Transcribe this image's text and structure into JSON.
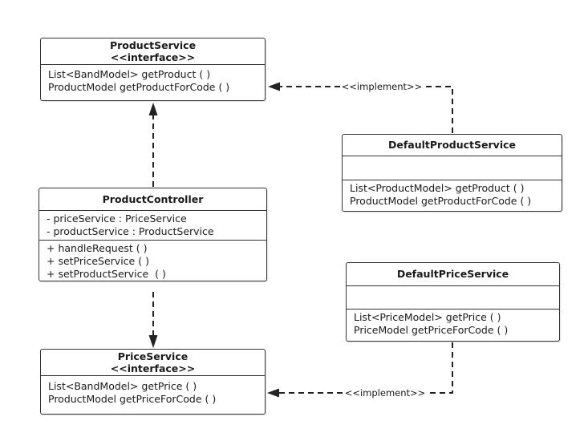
{
  "classes": {
    "product_service": {
      "name": "ProductService",
      "stereotype": "<<interface>>",
      "attributes": [],
      "methods": [
        "List<BandModel> getProduct ( )",
        "ProductModel getProductForCode ( )"
      ]
    },
    "default_product_service": {
      "name": "DefaultProductService",
      "attributes": [],
      "methods": [
        "List<ProductModel> getProduct ( )",
        "ProductModel getProductForCode ( )"
      ]
    },
    "product_controller": {
      "name": "ProductController",
      "attributes": [
        "- priceService : PriceService",
        "- productService : ProductService"
      ],
      "methods": [
        "+ handleRequest ( )",
        "+ setPriceService ( )",
        "+ setProductService  ( )"
      ]
    },
    "default_price_service": {
      "name": "DefaultPriceService",
      "attributes": [],
      "methods": [
        "List<PriceModel> getPrice ( )",
        "PriceModel getPriceForCode ( )"
      ]
    },
    "price_service": {
      "name": "PriceService",
      "stereotype": "<<interface>>",
      "attributes": [],
      "methods": [
        "List<BandModel> getPrice ( )",
        "ProductModel getPriceForCode ( )"
      ]
    }
  },
  "relations": {
    "implement_product_label": "<<implement>>",
    "implement_price_label": "<<implement>>"
  }
}
